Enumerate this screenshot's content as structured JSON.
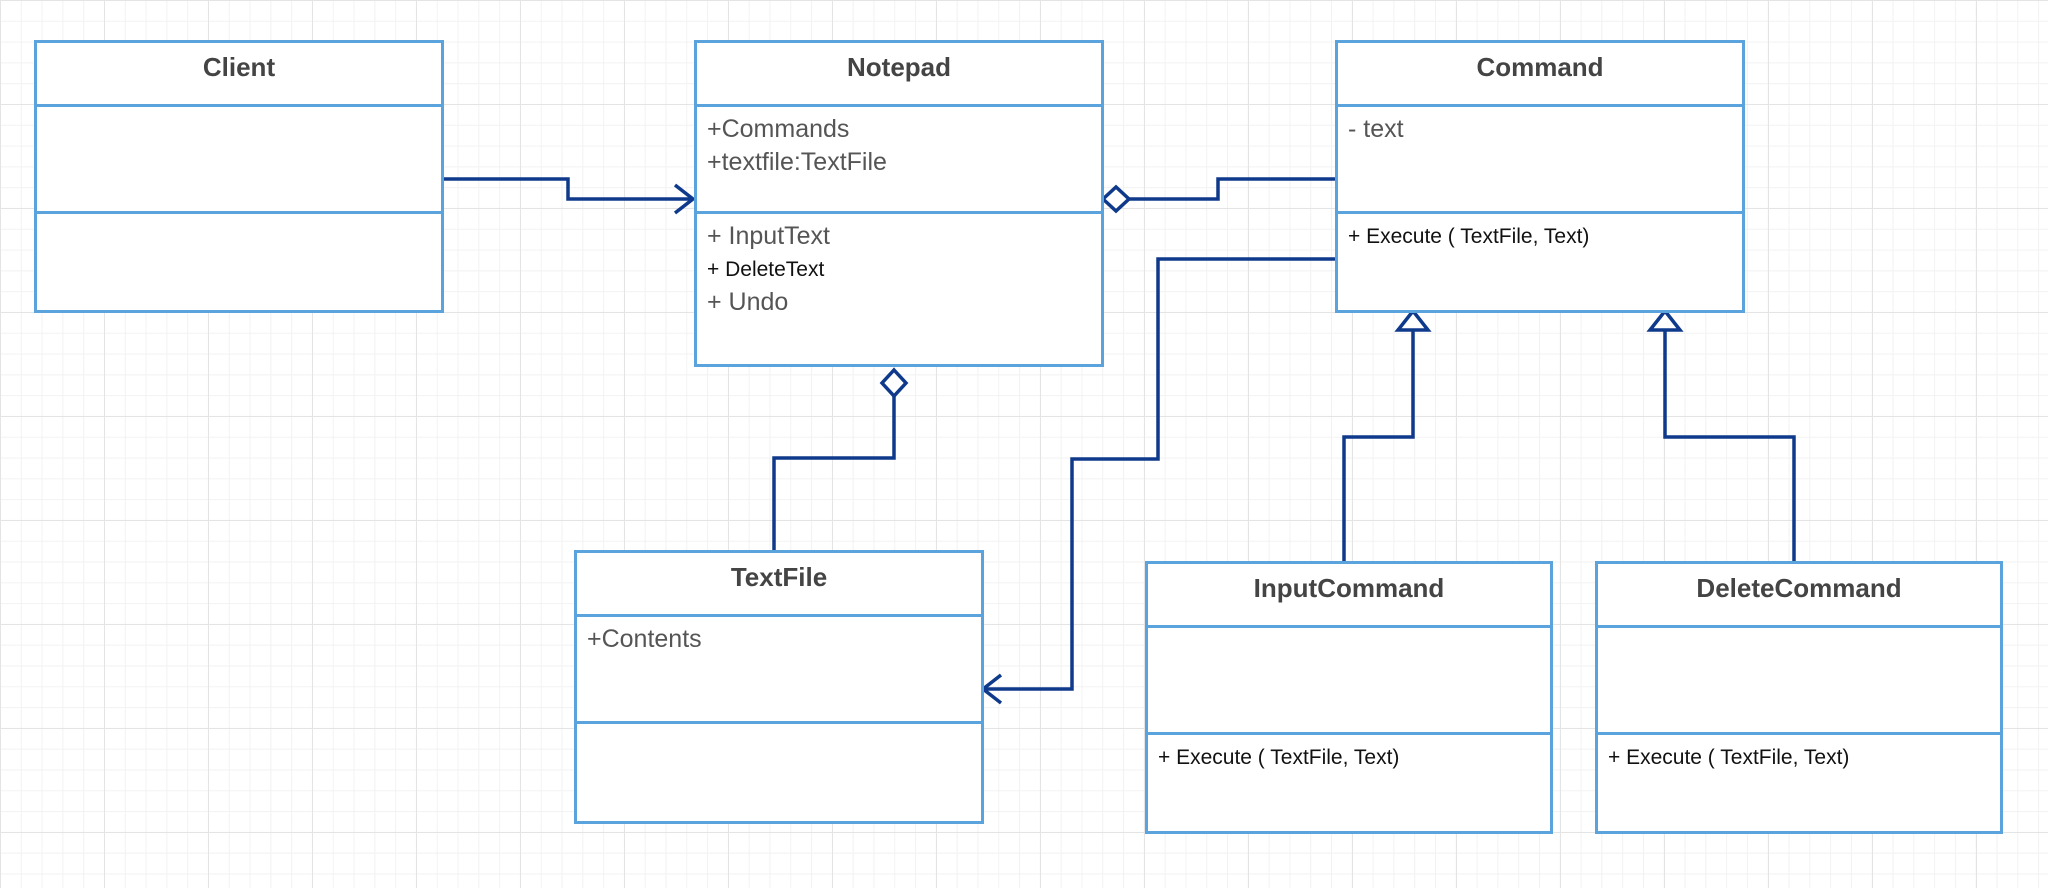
{
  "colors": {
    "box_border": "#5aa3dc",
    "connector": "#0f3a8c",
    "title_text": "#444444",
    "member_text": "#555555",
    "grid": "#e4e4e4"
  },
  "classes": {
    "client": {
      "name": "Client"
    },
    "notepad": {
      "name": "Notepad",
      "attributes": [
        "+Commands",
        "+textfile:TextFile"
      ],
      "methods": [
        "+ InputText",
        "+ DeleteText",
        "+ Undo"
      ]
    },
    "command": {
      "name": "Command",
      "attributes": [
        "- text"
      ],
      "methods": [
        "+ Execute ( TextFile, Text)"
      ]
    },
    "textfile": {
      "name": "TextFile",
      "attributes": [
        "+Contents"
      ]
    },
    "input_command": {
      "name": "InputCommand",
      "methods": [
        "+ Execute ( TextFile, Text)"
      ]
    },
    "delete_command": {
      "name": "DeleteCommand",
      "methods": [
        "+ Execute ( TextFile, Text)"
      ]
    }
  }
}
